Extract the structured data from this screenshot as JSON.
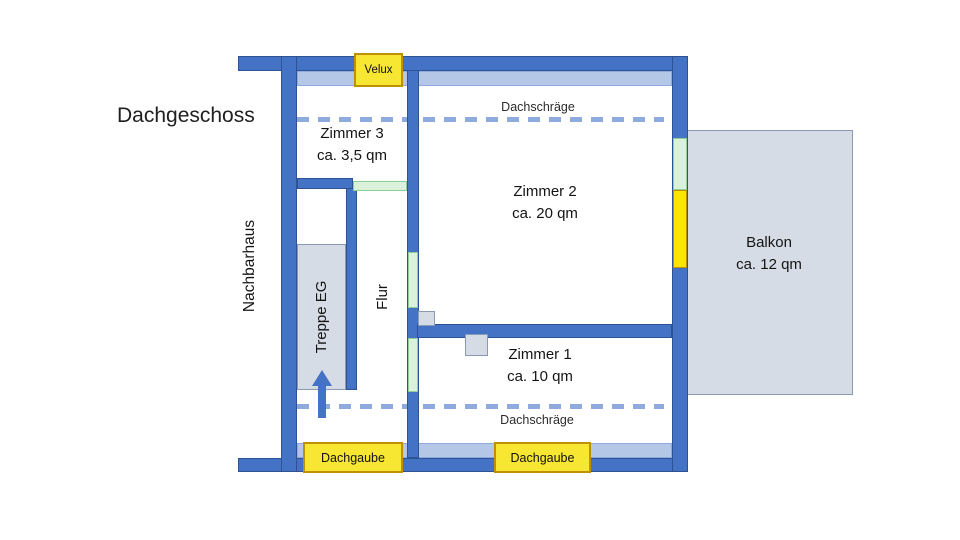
{
  "page": {
    "title": "Dachgeschoss"
  },
  "floorplan": {
    "neighbor_label": "Nachbarhaus",
    "rooms": {
      "zimmer3": {
        "name": "Zimmer 3",
        "area": "ca. 3,5 qm"
      },
      "zimmer2": {
        "name": "Zimmer 2",
        "area": "ca. 20 qm"
      },
      "zimmer1": {
        "name": "Zimmer 1",
        "area": "ca. 10 qm"
      },
      "balkon": {
        "name": "Balkon",
        "area": "ca. 12 qm"
      },
      "flur": {
        "name": "Flur"
      },
      "treppe": {
        "name": "Treppe EG"
      }
    },
    "features": {
      "velux": "Velux",
      "dachgaube_left": "Dachgaube",
      "dachgaube_right": "Dachgaube",
      "dachschraege_top": "Dachschräge",
      "dachschraege_bottom": "Dachschräge"
    },
    "colors": {
      "wall": "#4472C4",
      "wall-edge": "#2E5395",
      "roof-band": "#B4C7E7",
      "band-edge": "#8FAADC",
      "window": "#DAF2DC",
      "window-edge": "#8FCF96",
      "door": "#FFE600",
      "highlight": "#F7E733",
      "ybox-edge": "#BF9000",
      "surface": "#D6DCE5",
      "surface-edge": "#8A99B5",
      "dashed": "#8FAADC"
    }
  }
}
